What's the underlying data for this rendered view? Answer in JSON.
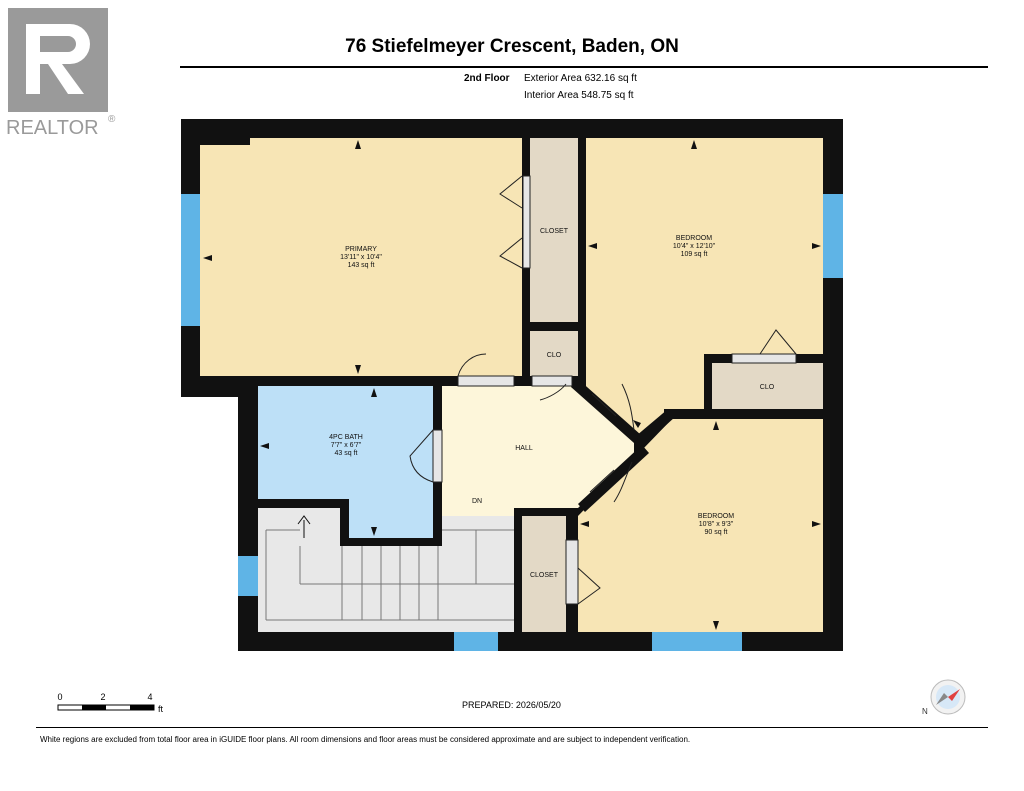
{
  "header": {
    "logo_text": "REALTOR",
    "logo_mark": "®",
    "title": "76 Stiefelmeyer Crescent, Baden, ON",
    "floor": "2nd Floor",
    "exterior_area": "Exterior Area 632.16 sq ft",
    "interior_area": "Interior Area 548.75 sq ft"
  },
  "rooms": {
    "primary": {
      "name": "PRIMARY",
      "dims": "13'11\" x 10'4\"",
      "area": "143 sq ft"
    },
    "bedroom1": {
      "name": "BEDROOM",
      "dims": "10'4\" x 12'10\"",
      "area": "109 sq ft"
    },
    "bath": {
      "name": "4PC BATH",
      "dims": "7'7\" x 6'7\"",
      "area": "43 sq ft"
    },
    "bedroom2": {
      "name": "BEDROOM",
      "dims": "10'8\" x 9'3\"",
      "area": "90 sq ft"
    },
    "hall": {
      "name": "HALL"
    },
    "closet_top": {
      "name": "CLOSET"
    },
    "clo_small": {
      "name": "CLO"
    },
    "clo_right": {
      "name": "CLO"
    },
    "closet_bottom": {
      "name": "CLOSET"
    },
    "stairs": {
      "label": "DN"
    }
  },
  "scale": {
    "ticks": [
      "0",
      "2",
      "4"
    ],
    "unit": "ft"
  },
  "prepared": "PREPARED: 2026/05/20",
  "disclaimer": "White regions are excluded from total floor area in iGUIDE floor plans. All room dimensions and floor areas must be considered approximate and are subject to independent verification.",
  "compass_label": "N",
  "colors": {
    "wall": "#111111",
    "bedroom_fill": "#f7e5b5",
    "bath_fill": "#bde0f7",
    "hall_fill": "#fdf6da",
    "closet_fill": "#e3d9c6",
    "stairs_fill": "#e8e8e8",
    "window": "#5fb4e6"
  }
}
